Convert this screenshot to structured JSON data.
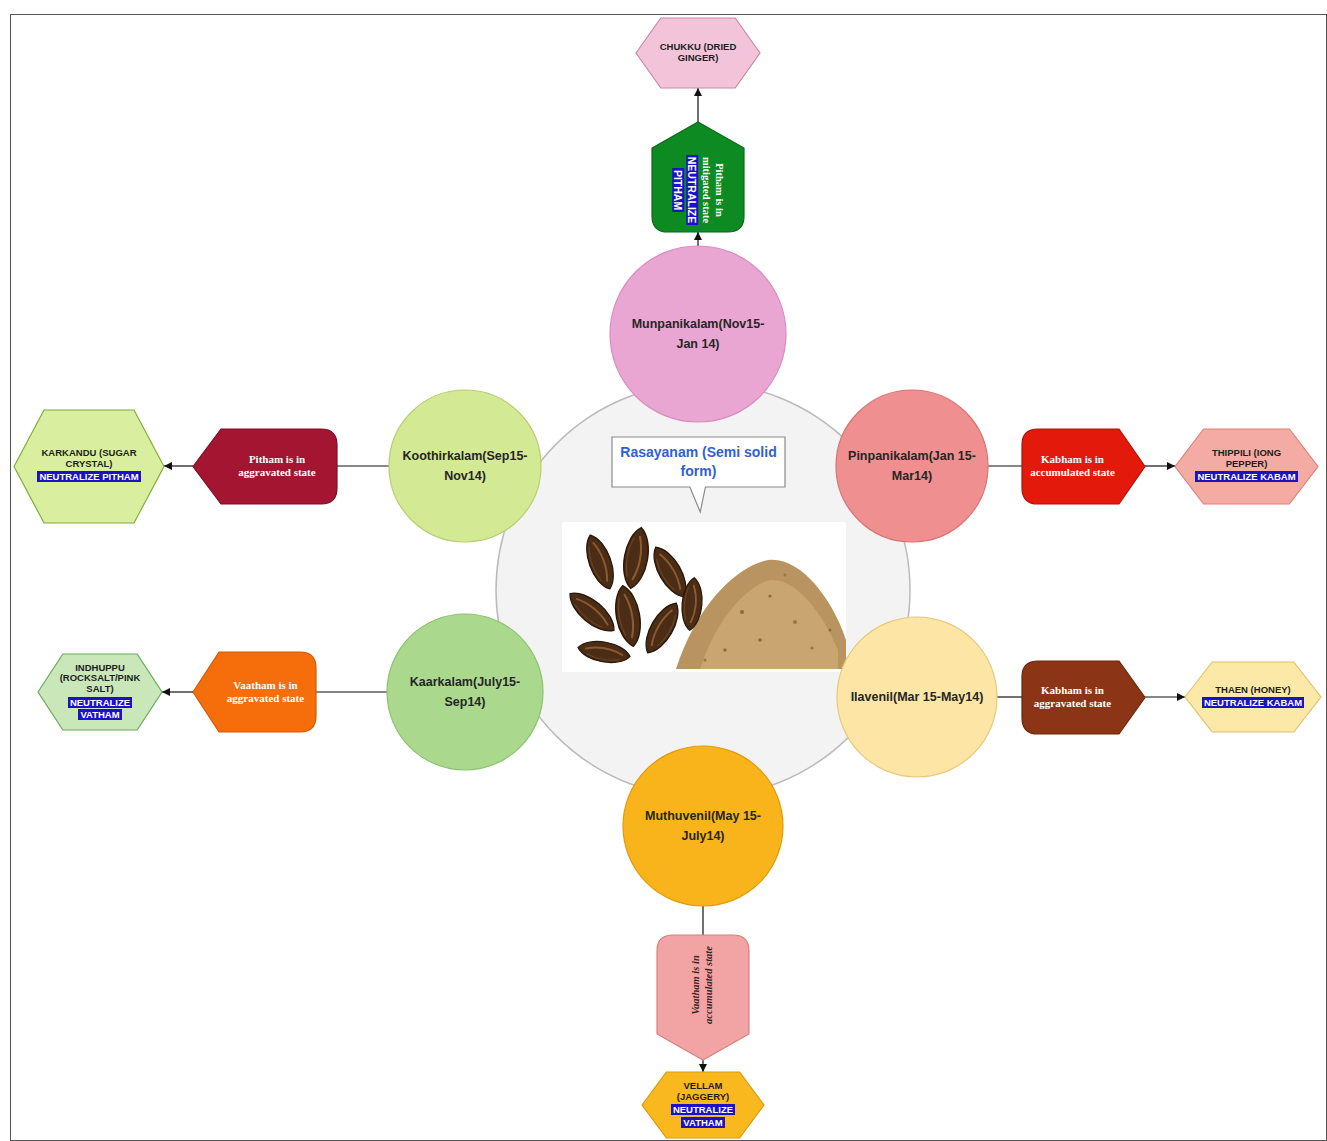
{
  "diagram": {
    "nodes": [
      {
        "text": [
          "Rasayanam (Semi solid form)"
        ]
      },
      {
        "text": [
          "Munpanikalam(Nov15-Jan 14)"
        ]
      },
      {
        "text": [
          "Pitham is in mitigated state",
          "NEUTRALIZE PITHAM"
        ]
      },
      {
        "text": [
          "CHUKKU (DRIED GINGER)"
        ]
      },
      {
        "text": [
          "Koothirkalam(Sep15-Nov14)"
        ]
      },
      {
        "text": [
          "Pitham is in aggravated state"
        ]
      },
      {
        "text": [
          "KARKANDU (SUGAR CRYSTAL)",
          "NEUTRALIZE PITHAM"
        ]
      },
      {
        "text": [
          "Pinpanikalam(Jan 15-Mar14)"
        ]
      },
      {
        "text": [
          "Kabham is in accumulated state"
        ]
      },
      {
        "text": [
          "THIPPILI (IONG PEPPER)",
          "NEUTRALIZE KABAM"
        ]
      },
      {
        "text": [
          "Kaarkalam(July15-Sep14)"
        ]
      },
      {
        "text": [
          "Vaatham is in aggravated state"
        ]
      },
      {
        "text": [
          "INDHUPPU (ROCKSALT/PINK SALT)",
          "NEUTRALIZE VATHAM"
        ]
      },
      {
        "text": [
          "Ilavenil(Mar 15-May14)"
        ]
      },
      {
        "text": [
          "Kabham is in aggravated state"
        ]
      },
      {
        "text": [
          "THAEN (HONEY)",
          "NEUTRALIZE KABAM"
        ]
      },
      {
        "text": [
          "Muthuvenil(May 15-July14)"
        ]
      },
      {
        "text": [
          "Vaatham is in accumulated state"
        ]
      },
      {
        "text": [
          "VELLAM (JAGGERY)",
          "NEUTRALIZE VATHAM"
        ]
      }
    ],
    "edges": [
      {
        "from": 1,
        "to": 2,
        "arrow": "to"
      },
      {
        "from": 2,
        "to": 3,
        "arrow": "to"
      },
      {
        "from": 4,
        "to": 5,
        "arrow": "none"
      },
      {
        "from": 5,
        "to": 6,
        "arrow": "to"
      },
      {
        "from": 7,
        "to": 8,
        "arrow": "none"
      },
      {
        "from": 8,
        "to": 9,
        "arrow": "to"
      },
      {
        "from": 10,
        "to": 11,
        "arrow": "none"
      },
      {
        "from": 11,
        "to": 12,
        "arrow": "to"
      },
      {
        "from": 13,
        "to": 14,
        "arrow": "none"
      },
      {
        "from": 14,
        "to": 15,
        "arrow": "to"
      },
      {
        "from": 16,
        "to": 17,
        "arrow": "none"
      },
      {
        "from": 17,
        "to": 18,
        "arrow": "to"
      }
    ]
  }
}
